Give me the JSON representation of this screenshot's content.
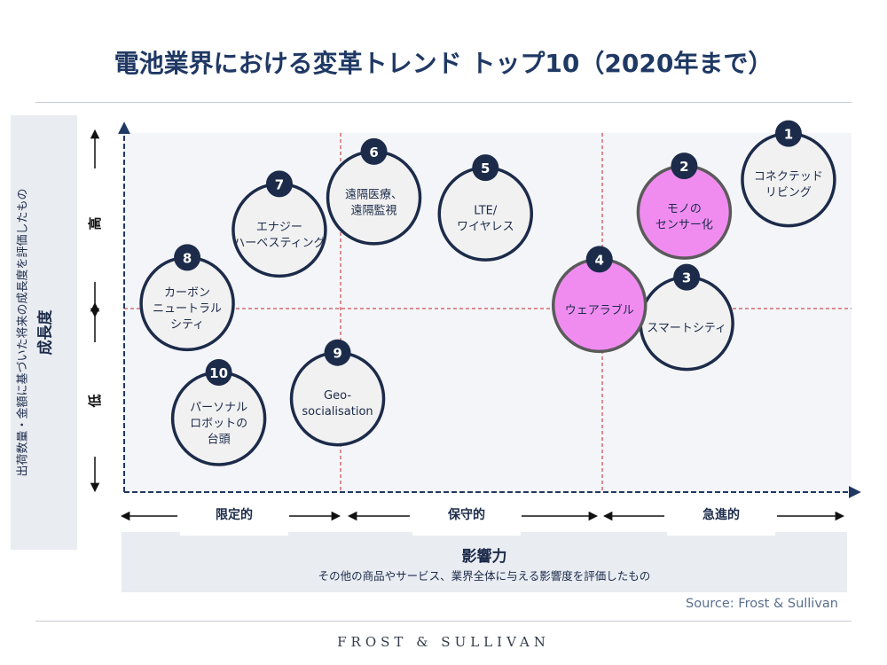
{
  "title": "電池業界における変革トレンド トップ10（2020年まで）",
  "source": "Source: Frost & Sullivan",
  "logo_text": "FROST & SULLIVAN",
  "chart_data": {
    "type": "scatter",
    "title": "電池業界における変革トレンド トップ10（2020年まで）",
    "ylabel": "成長度",
    "ylabel_sub": "出荷数量・金額に基づいた将来の成長度を評価したもの",
    "y_levels": [
      "高",
      "低"
    ],
    "xlabel": "影響力",
    "xlabel_sub": "その他の商品やサービス、業界全体に与える影響度を評価したもの",
    "x_categories": [
      "限定的",
      "保守的",
      "急進的"
    ],
    "xlim": [
      0,
      3
    ],
    "ylim": [
      0,
      2
    ],
    "grid": false,
    "highlight_color": "#f08cf0",
    "points": [
      {
        "rank": "1",
        "label": [
          "コネクテッド",
          "リビング"
        ],
        "x": 2.74,
        "y": 1.74,
        "highlight": false
      },
      {
        "rank": "2",
        "label": [
          "モノの",
          "センサー化"
        ],
        "x": 2.31,
        "y": 1.56,
        "highlight": true
      },
      {
        "rank": "3",
        "label": [
          "スマートシティ"
        ],
        "x": 2.32,
        "y": 0.94,
        "highlight": false
      },
      {
        "rank": "4",
        "label": [
          "ウェアラブル"
        ],
        "x": 1.96,
        "y": 1.04,
        "highlight": true
      },
      {
        "rank": "5",
        "label": [
          "LTE/",
          "ワイヤレス"
        ],
        "x": 1.49,
        "y": 1.55,
        "highlight": false
      },
      {
        "rank": "6",
        "label": [
          "遠隔医療、",
          "遠隔監視"
        ],
        "x": 1.03,
        "y": 1.64,
        "highlight": false
      },
      {
        "rank": "7",
        "label": [
          "エナジー",
          "ハーベスティング"
        ],
        "x": 0.64,
        "y": 1.46,
        "highlight": false
      },
      {
        "rank": "8",
        "label": [
          "カーボン",
          "ニュートラル",
          "シティ"
        ],
        "x": 0.26,
        "y": 1.05,
        "highlight": false
      },
      {
        "rank": "9",
        "label": [
          "Geo-",
          "socialisation"
        ],
        "x": 0.88,
        "y": 0.52,
        "highlight": false
      },
      {
        "rank": "10",
        "label": [
          "パーソナル",
          "ロボットの",
          "台頭"
        ],
        "x": 0.39,
        "y": 0.41,
        "highlight": false
      }
    ]
  }
}
